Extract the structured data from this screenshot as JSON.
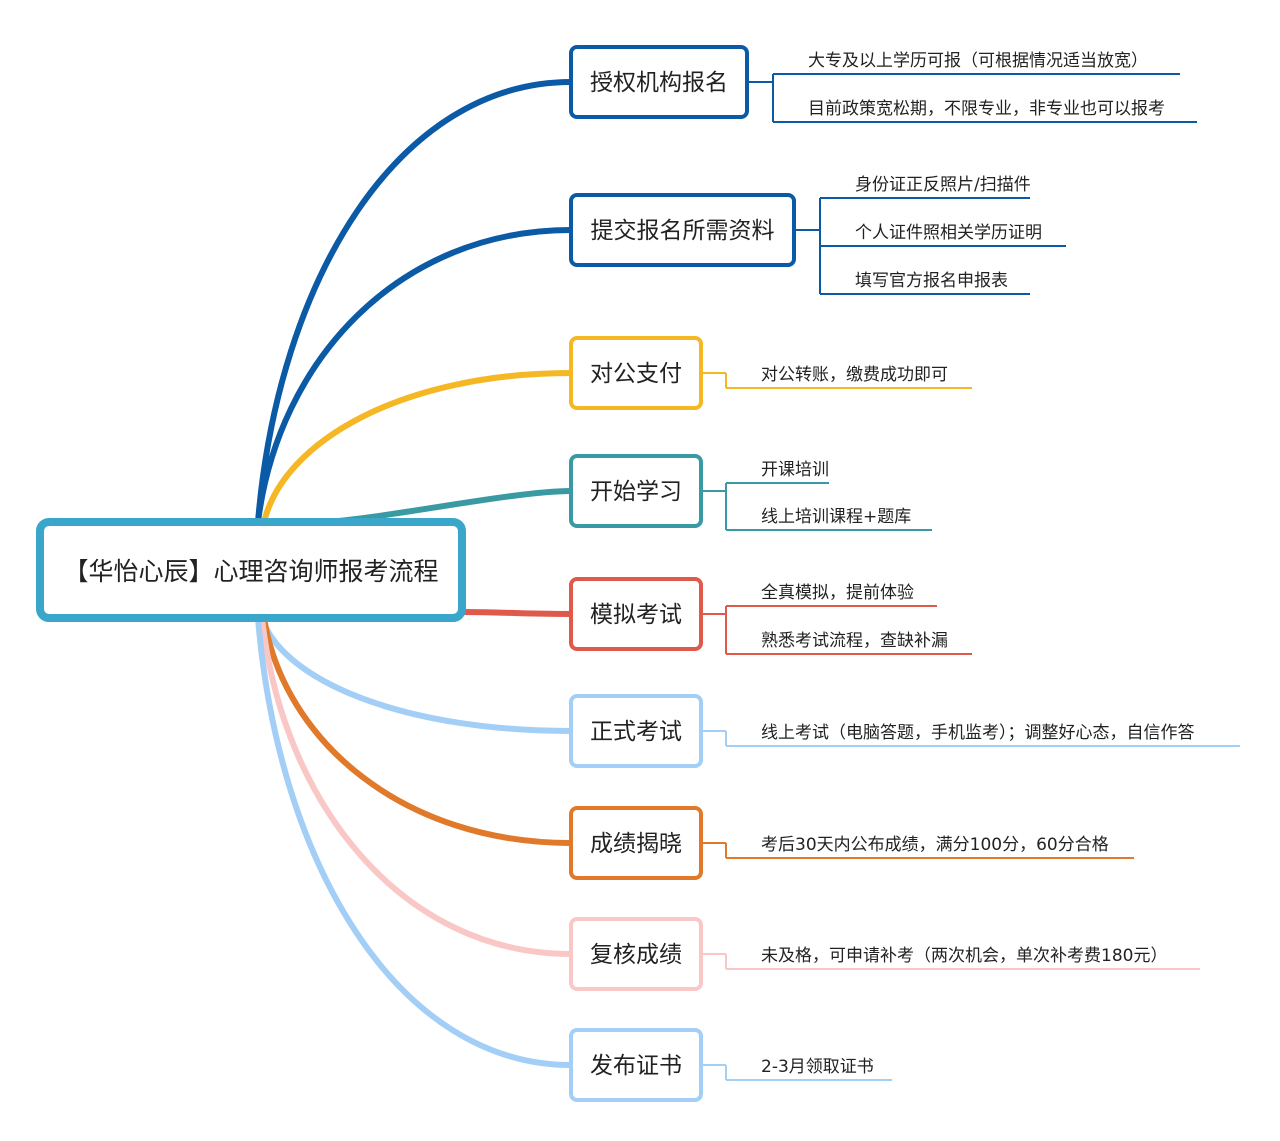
{
  "root": {
    "label": "【华怡心辰】心理咨询师报考流程",
    "color": "#3aa6c9"
  },
  "branches": [
    {
      "label": "授权机构报名",
      "color": "#0b5aa6",
      "leaves": [
        "大专及以上学历可报（可根据情况适当放宽）",
        "目前政策宽松期，不限专业，非专业也可以报考"
      ]
    },
    {
      "label": "提交报名所需资料",
      "color": "#0b5aa6",
      "leaves": [
        "身份证正反照片/扫描件",
        "个人证件照相关学历证明",
        "填写官方报名申报表"
      ]
    },
    {
      "label": "对公支付",
      "color": "#f5b723",
      "leaves": [
        "对公转账，缴费成功即可"
      ]
    },
    {
      "label": "开始学习",
      "color": "#3a9aa3",
      "leaves": [
        "开课培训",
        "线上培训课程+题库"
      ]
    },
    {
      "label": "模拟考试",
      "color": "#e05a4c",
      "leaves": [
        "全真模拟，提前体验",
        "熟悉考试流程，查缺补漏"
      ]
    },
    {
      "label": "正式考试",
      "color": "#a3cff7",
      "leaves": [
        "线上考试（电脑答题，手机监考）；调整好心态，自信作答"
      ]
    },
    {
      "label": "成绩揭晓",
      "color": "#e07a2a",
      "leaves": [
        "考后30天内公布成绩，满分100分，60分合格"
      ]
    },
    {
      "label": "复核成绩",
      "color": "#f9c8c6",
      "leaves": [
        "未及格，可申请补考（两次机会，单次补考费180元）"
      ]
    },
    {
      "label": "发布证书",
      "color": "#a3cff7",
      "leaves": [
        "2-3月领取证书"
      ]
    }
  ]
}
